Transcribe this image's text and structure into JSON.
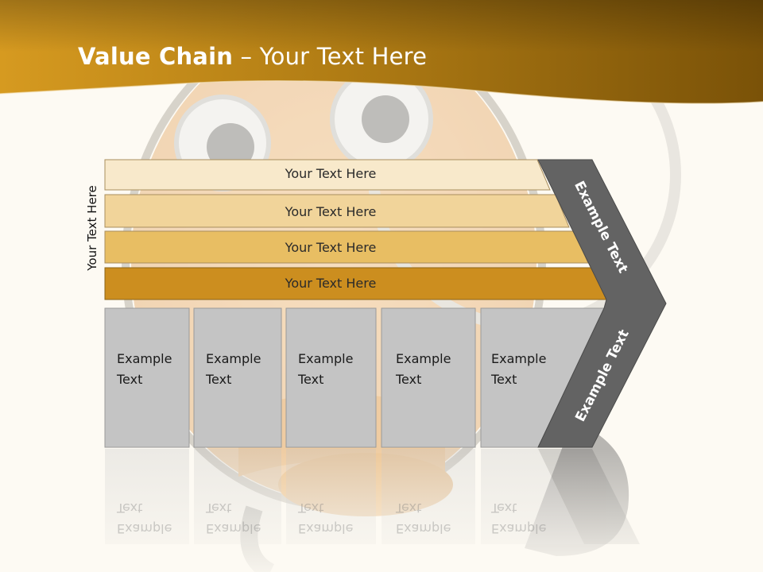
{
  "slide": {
    "title_bold": "Value Chain",
    "title_rest": " – Your Text Here",
    "side_label": "Your Text Here"
  },
  "rows": [
    {
      "label": "Your Text Here",
      "color": "#f8e9cb"
    },
    {
      "label": "Your Text Here",
      "color": "#f1d49a"
    },
    {
      "label": "Your Text Here",
      "color": "#e8be63"
    },
    {
      "label": "Your Text Here",
      "color": "#cc8e1f"
    }
  ],
  "boxes": [
    {
      "line1": "Example",
      "line2": "Text"
    },
    {
      "line1": "Example",
      "line2": "Text"
    },
    {
      "line1": "Example",
      "line2": "Text"
    },
    {
      "line1": "Example",
      "line2": "Text"
    },
    {
      "line1": "Example",
      "line2": "Text"
    }
  ],
  "chevron": {
    "upper_label": "Example Text",
    "lower_label": "Example Text",
    "color": "#636363"
  },
  "colors": {
    "banner_dark": "#7a5208",
    "banner_light": "#d69a20",
    "box_fill": "#c4c4c4",
    "background": "#fdfaf3"
  }
}
